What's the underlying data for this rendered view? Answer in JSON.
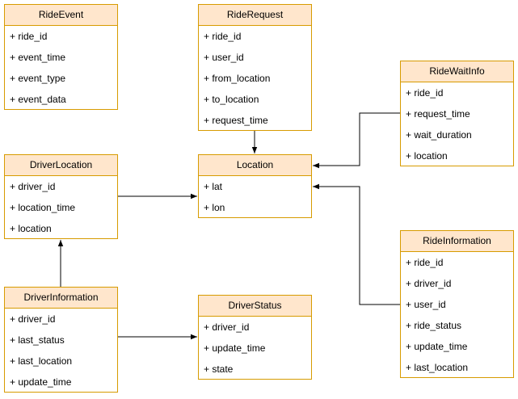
{
  "classes": [
    {
      "id": "ride_event",
      "title": "RideEvent",
      "attributes": [
        "+ ride_id",
        "+ event_time",
        "+ event_type",
        "+ event_data"
      ]
    },
    {
      "id": "ride_request",
      "title": "RideRequest",
      "attributes": [
        "+ ride_id",
        "+ user_id",
        "+ from_location",
        "+ to_location",
        "+ request_time"
      ]
    },
    {
      "id": "ride_wait_info",
      "title": "RideWaitInfo",
      "attributes": [
        "+ ride_id",
        "+ request_time",
        "+ wait_duration",
        "+ location"
      ]
    },
    {
      "id": "driver_location",
      "title": "DriverLocation",
      "attributes": [
        "+ driver_id",
        "+ location_time",
        "+ location"
      ]
    },
    {
      "id": "location",
      "title": "Location",
      "attributes": [
        "+ lat",
        "+ lon"
      ]
    },
    {
      "id": "ride_information",
      "title": "RideInformation",
      "attributes": [
        "+ ride_id",
        "+ driver_id",
        "+ user_id",
        "+ ride_status",
        "+ update_time",
        "+ last_location"
      ]
    },
    {
      "id": "driver_information",
      "title": "DriverInformation",
      "attributes": [
        "+ driver_id",
        "+ last_status",
        "+ last_location",
        "+ update_time"
      ]
    },
    {
      "id": "driver_status",
      "title": "DriverStatus",
      "attributes": [
        "+ driver_id",
        "+ update_time",
        "+ state"
      ]
    }
  ],
  "relations": [
    {
      "from": "RideRequest",
      "to": "Location"
    },
    {
      "from": "RideWaitInfo",
      "to": "Location"
    },
    {
      "from": "DriverLocation",
      "to": "Location"
    },
    {
      "from": "RideInformation",
      "to": "Location"
    },
    {
      "from": "DriverInformation",
      "to": "DriverLocation"
    },
    {
      "from": "DriverInformation",
      "to": "DriverStatus"
    }
  ],
  "colors": {
    "header_fill": "#ffe6cc",
    "border": "#d79b00",
    "edge": "#000000"
  }
}
